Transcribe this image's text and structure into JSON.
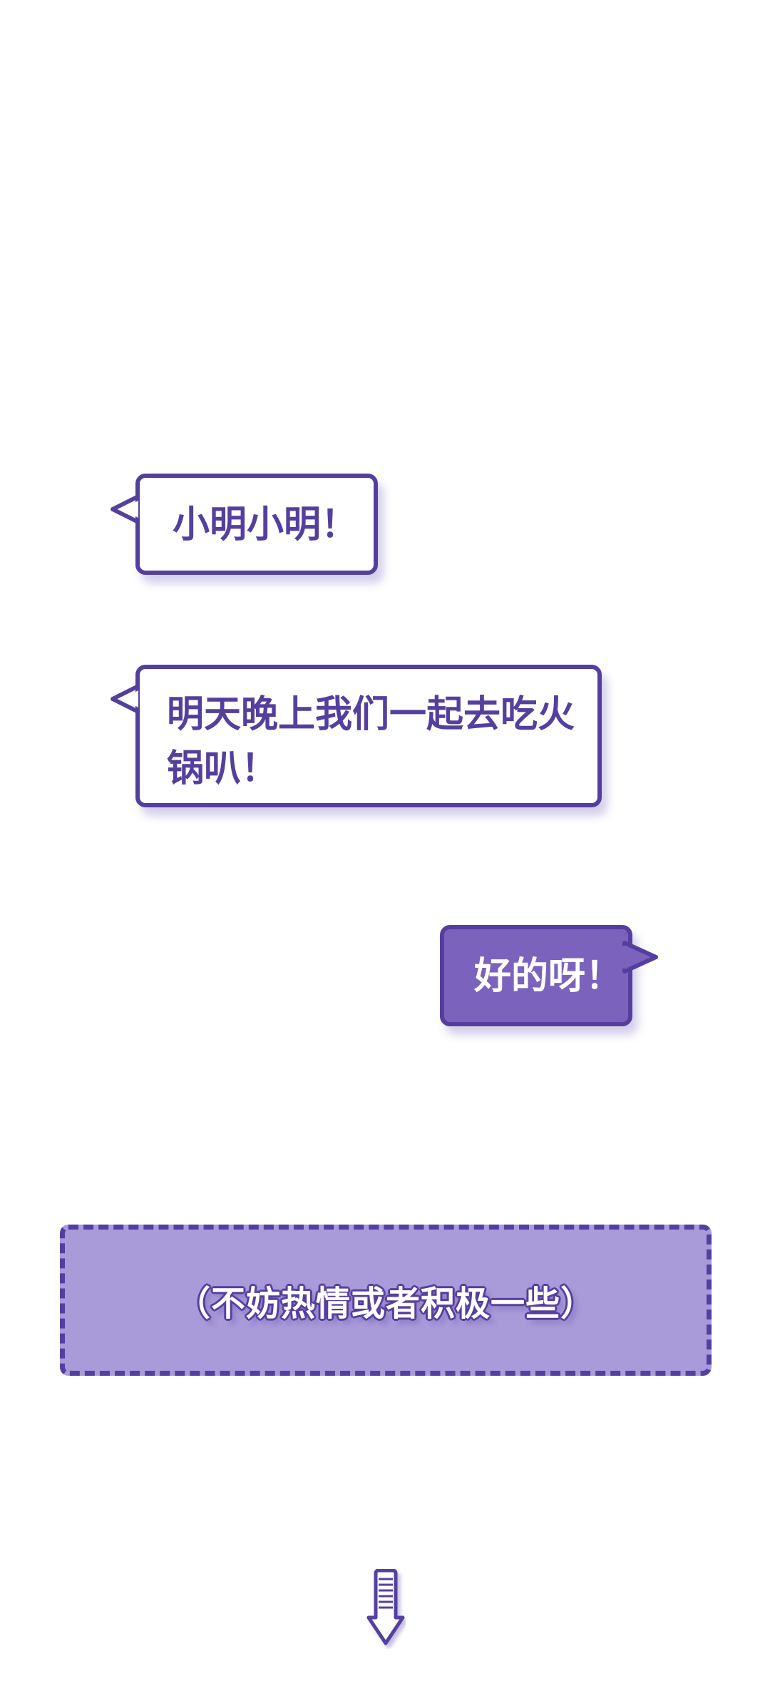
{
  "messages": [
    {
      "side": "left",
      "text": "小明小明！"
    },
    {
      "side": "left",
      "text": "明天晚上我们一起去吃火锅叭！"
    },
    {
      "side": "right",
      "text": "好的呀！"
    }
  ],
  "hint": {
    "text": "（不妨热情或者积极一些）"
  },
  "icons": {
    "scroll_down": "down-arrow-icon"
  },
  "colors": {
    "primary": "#553f9e",
    "bubble_reply": "#7b63bd",
    "hint_fill": "#a99ad9",
    "background": "#ffffff"
  }
}
